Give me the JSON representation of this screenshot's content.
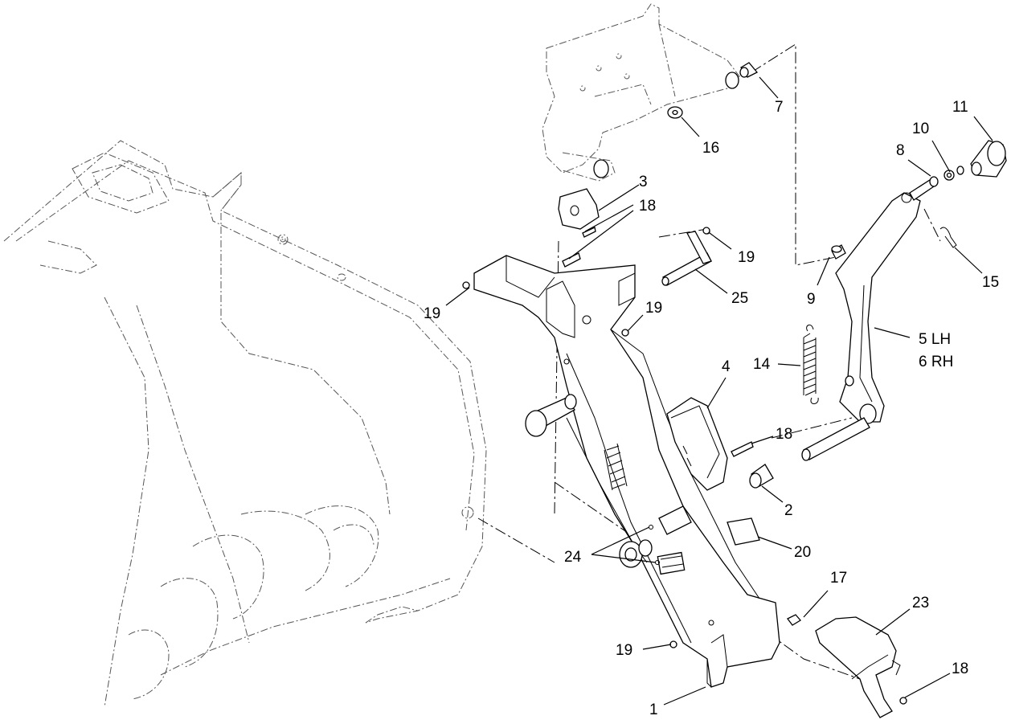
{
  "callouts": [
    {
      "id": "c1",
      "text": "1"
    },
    {
      "id": "c2",
      "text": "2"
    },
    {
      "id": "c3",
      "text": "3"
    },
    {
      "id": "c4",
      "text": "4"
    },
    {
      "id": "c5",
      "text": "5  LH"
    },
    {
      "id": "c6",
      "text": "6  RH"
    },
    {
      "id": "c7",
      "text": "7"
    },
    {
      "id": "c8",
      "text": "8"
    },
    {
      "id": "c9",
      "text": "9"
    },
    {
      "id": "c10",
      "text": "10"
    },
    {
      "id": "c11",
      "text": "11"
    },
    {
      "id": "c14",
      "text": "14"
    },
    {
      "id": "c15",
      "text": "15"
    },
    {
      "id": "c16",
      "text": "16"
    },
    {
      "id": "c17",
      "text": "17"
    },
    {
      "id": "c18a",
      "text": "18"
    },
    {
      "id": "c18b",
      "text": "18"
    },
    {
      "id": "c18c",
      "text": "18"
    },
    {
      "id": "c19a",
      "text": "19"
    },
    {
      "id": "c19b",
      "text": "19"
    },
    {
      "id": "c19c",
      "text": "19"
    },
    {
      "id": "c19d",
      "text": "19"
    },
    {
      "id": "c20",
      "text": "20"
    },
    {
      "id": "c23",
      "text": "23"
    },
    {
      "id": "c24",
      "text": "24"
    },
    {
      "id": "c25",
      "text": "25"
    }
  ]
}
